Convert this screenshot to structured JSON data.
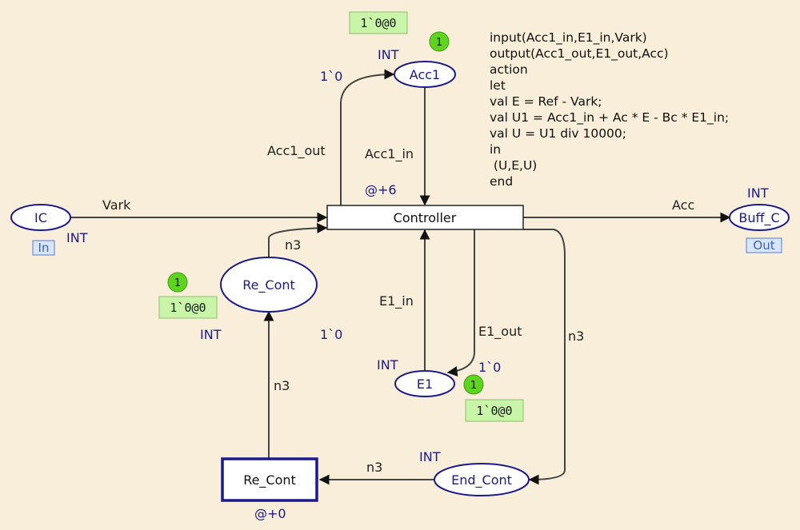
{
  "places": {
    "ic": {
      "name": "IC",
      "type": "INT",
      "port": "In"
    },
    "acc1": {
      "name": "Acc1",
      "type": "INT",
      "marking": "1`0@0",
      "count": "1"
    },
    "buff_c": {
      "name": "Buff_C",
      "type": "INT",
      "port": "Out"
    },
    "re_cont": {
      "name": "Re_Cont",
      "type": "INT",
      "marking": "1`0@0",
      "count": "1"
    },
    "e1": {
      "name": "E1",
      "type": "INT",
      "marking": "1`0@0",
      "count": "1"
    },
    "end_cont": {
      "name": "End_Cont",
      "type": "INT"
    }
  },
  "transitions": {
    "controller": {
      "name": "Controller",
      "time": "@+6"
    },
    "re_cont": {
      "name": "Re_Cont",
      "time": "@+0"
    }
  },
  "arcs": {
    "vark": "Vark",
    "acc": "Acc",
    "acc1_out": "Acc1_out",
    "acc1_in": "Acc1_in",
    "acc1_init": "1`0",
    "e1_in": "E1_in",
    "e1_out": "E1_out",
    "e1_init": "1`0",
    "n3_top": "n3",
    "n3_right": "n3",
    "n3_bottom": "n3",
    "n3_left": "n3",
    "re_cont_init": "1`0"
  },
  "code": [
    "input(Acc1_in,E1_in,Vark)",
    "output(Acc1_out,E1_out,Acc)",
    "action",
    "let",
    "val E = Ref - Vark;",
    "val U1 = Acc1_in + Ac * E - Bc * E1_in;",
    "val U = U1 div 10000;",
    "in",
    " (U,E,U)",
    "end"
  ]
}
